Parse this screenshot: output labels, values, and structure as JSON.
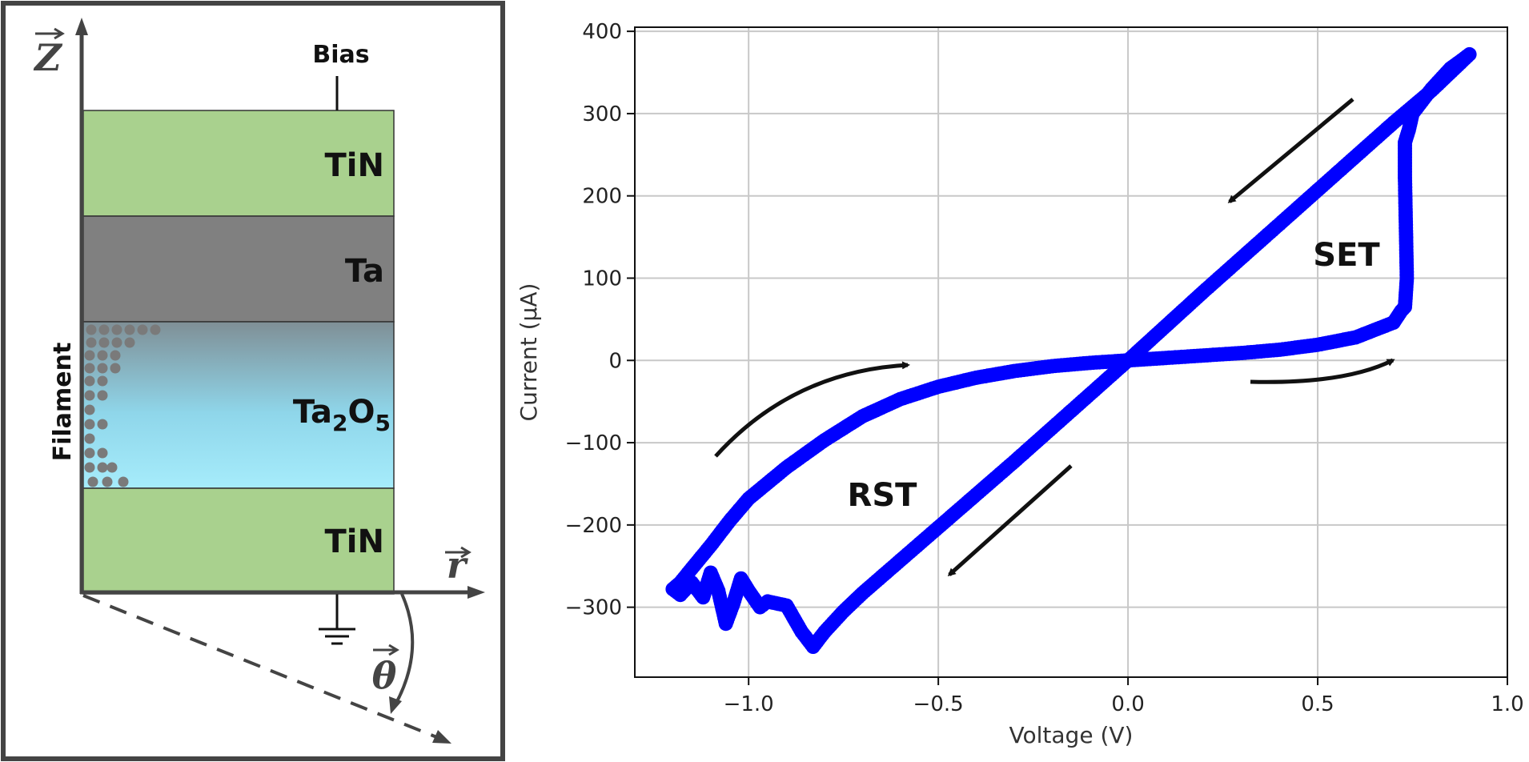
{
  "device": {
    "axis_z": "Z",
    "axis_r": "r",
    "axis_theta": "θ",
    "bias_label": "Bias",
    "filament_label": "Filament",
    "layers": [
      {
        "name": "TiN",
        "color": "#a9d18e"
      },
      {
        "name": "Ta",
        "color": "#808080"
      },
      {
        "name": "Ta2O5",
        "base": "Ta",
        "sub1": "2",
        "mid": "O",
        "sub2": "5",
        "gradient_top": "#7f8f96",
        "gradient_bottom": "#a6ecfb"
      },
      {
        "name": "TiN",
        "color": "#a9d18e"
      }
    ]
  },
  "chart_data": {
    "type": "line",
    "xlabel": "Voltage (V)",
    "ylabel": "Current (μA)",
    "xlim": [
      -1.3,
      1.0
    ],
    "ylim": [
      -385,
      405
    ],
    "xticks": [
      -1.0,
      -0.5,
      0.0,
      0.5,
      1.0
    ],
    "xtick_labels": [
      "−1.0",
      "−0.5",
      "0.0",
      "0.5",
      "1.0"
    ],
    "yticks": [
      -300,
      -200,
      -100,
      0,
      100,
      200,
      300,
      400
    ],
    "ytick_labels": [
      "−300",
      "−200",
      "−100",
      "0",
      "100",
      "200",
      "300",
      "400"
    ],
    "grid": true,
    "series_color": "#0000ff",
    "annotations": [
      "SET",
      "RST"
    ],
    "series": [
      {
        "values": [
          [
            0.0,
            0
          ],
          [
            0.1,
            3
          ],
          [
            0.2,
            6
          ],
          [
            0.3,
            9
          ],
          [
            0.4,
            13
          ],
          [
            0.5,
            19
          ],
          [
            0.6,
            28
          ],
          [
            0.65,
            37
          ],
          [
            0.7,
            46
          ],
          [
            0.72,
            60
          ],
          [
            0.73,
            65
          ],
          [
            0.735,
            100
          ],
          [
            0.73,
            222
          ],
          [
            0.73,
            265
          ],
          [
            0.74,
            280
          ],
          [
            0.75,
            300
          ],
          [
            0.8,
            330
          ],
          [
            0.85,
            355
          ],
          [
            0.88,
            365
          ],
          [
            0.9,
            372
          ],
          [
            0.8,
            328
          ],
          [
            0.7,
            289
          ],
          [
            0.6,
            248
          ],
          [
            0.5,
            207
          ],
          [
            0.4,
            166
          ],
          [
            0.3,
            125
          ],
          [
            0.2,
            84
          ],
          [
            0.1,
            42
          ],
          [
            0.0,
            0
          ],
          [
            -0.1,
            -41
          ],
          [
            -0.2,
            -82
          ],
          [
            -0.3,
            -123
          ],
          [
            -0.4,
            -163
          ],
          [
            -0.5,
            -203
          ],
          [
            -0.6,
            -243
          ],
          [
            -0.7,
            -283
          ],
          [
            -0.75,
            -305
          ],
          [
            -0.8,
            -330
          ],
          [
            -0.83,
            -348
          ],
          [
            -0.86,
            -330
          ],
          [
            -0.9,
            -298
          ],
          [
            -0.95,
            -293
          ],
          [
            -0.97,
            -300
          ],
          [
            -1.0,
            -280
          ],
          [
            -1.02,
            -265
          ],
          [
            -1.04,
            -295
          ],
          [
            -1.06,
            -320
          ],
          [
            -1.08,
            -280
          ],
          [
            -1.1,
            -258
          ],
          [
            -1.12,
            -288
          ],
          [
            -1.15,
            -270
          ],
          [
            -1.18,
            -285
          ],
          [
            -1.2,
            -278
          ],
          [
            -1.18,
            -270
          ],
          [
            -1.15,
            -253
          ],
          [
            -1.1,
            -225
          ],
          [
            -1.05,
            -195
          ],
          [
            -1.0,
            -168
          ],
          [
            -0.9,
            -130
          ],
          [
            -0.8,
            -97
          ],
          [
            -0.7,
            -68
          ],
          [
            -0.6,
            -47
          ],
          [
            -0.5,
            -32
          ],
          [
            -0.4,
            -21
          ],
          [
            -0.3,
            -13
          ],
          [
            -0.2,
            -7
          ],
          [
            -0.1,
            -3
          ],
          [
            0.0,
            0
          ]
        ]
      }
    ]
  }
}
